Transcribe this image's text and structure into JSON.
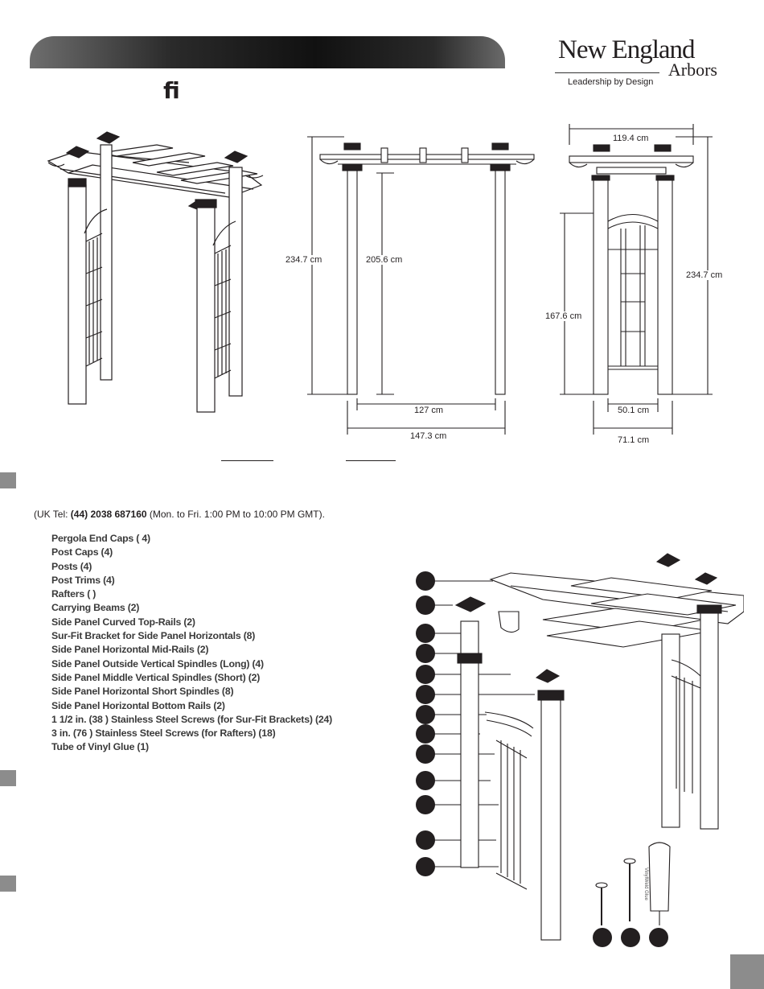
{
  "header": {
    "glyph": "ﬁ",
    "logo": {
      "brand": "New England",
      "sub": "Arbors",
      "tagline": "Leadership by Design"
    }
  },
  "dimensions": {
    "front_total_height": "234.7 cm",
    "front_inner_height": "205.6 cm",
    "front_inner_width": "127 cm",
    "front_outer_width": "147.3 cm",
    "side_top_width": "119.4 cm",
    "side_panel_height": "167.6 cm",
    "side_total_height": "234.7 cm",
    "side_inner_width": "50.1 cm",
    "side_outer_width": "71.1 cm"
  },
  "contact": {
    "prefix": "(UK Tel: ",
    "number": "(44) 2038 687160",
    "suffix": " (Mon. to Fri.  1:00 PM to 10:00 PM GMT)."
  },
  "parts": [
    "Pergola End Caps (   4)",
    "Post Caps (4)",
    "Posts (4)",
    "Post Trims (4)",
    "Rafters (   )",
    "Carrying Beams (2)",
    "Side Panel Curved Top-Rails (2)",
    "Sur-Fit Bracket for Side Panel Horizontals (8)",
    "Side Panel Horizontal Mid-Rails (2)",
    "Side Panel Outside Vertical Spindles (Long) (4)",
    "Side Panel Middle Vertical Spindles (Short) (2)",
    "Side Panel Horizontal Short Spindles (8)",
    "Side Panel Horizontal Bottom Rails (2)",
    "1 1/2 in. (38         ) Stainless Steel Screws (for Sur-Fit Brackets) (24)",
    "3 in. (76         ) Stainless Steel Screws (for Rafters) (18)",
    "Tube of Vinyl Glue (1)"
  ],
  "glue_label": "VinylWeld Glue"
}
